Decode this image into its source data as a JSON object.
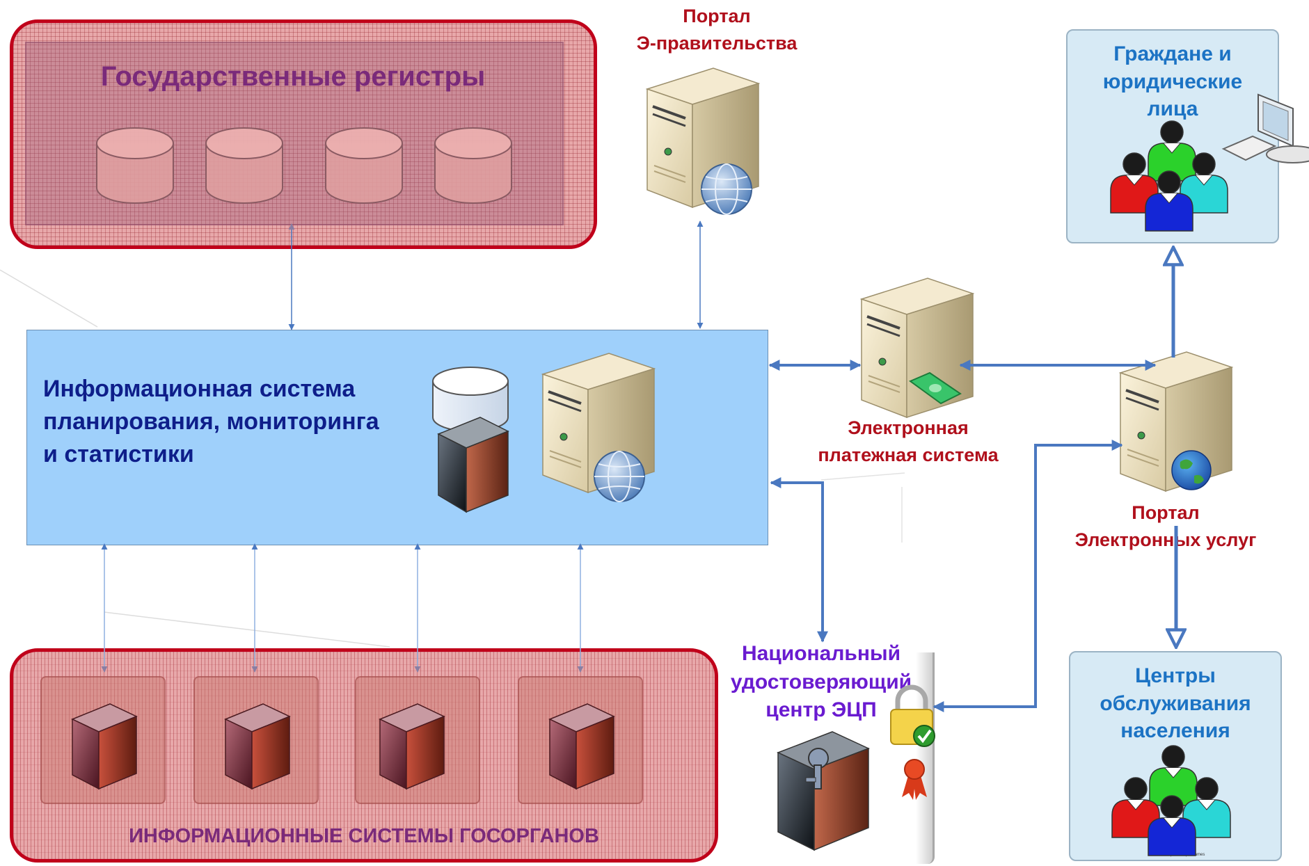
{
  "registers": {
    "title": "Государственные регистры",
    "database_icon_count": 4
  },
  "egov_portal": {
    "label_line1": "Портал",
    "label_line2": "Э-правительства"
  },
  "citizens": {
    "title_line1": "Граждане и",
    "title_line2": "юридические",
    "title_line3": "лица"
  },
  "info_system": {
    "title_line1": "Информационная система",
    "title_line2": "планирования, мониторинга",
    "title_line3": "и статистики"
  },
  "payment_system": {
    "label_line1": "Электронная",
    "label_line2": "платежная система"
  },
  "services_portal": {
    "label_line1": "Портал",
    "label_line2": "Электронных услуг"
  },
  "certification_center": {
    "label_line1": "Национальный",
    "label_line2": "удостоверяющий",
    "label_line3": "центр ЭЦП"
  },
  "service_centers": {
    "title_line1": "Центры",
    "title_line2": "обслуживания",
    "title_line3": "населения",
    "group_caption": "Group of unique names"
  },
  "gov_systems": {
    "title": "ИНФОРМАЦИОННЫЕ СИСТЕМЫ ГОСОРГАНОВ",
    "system_icon_count": 4
  },
  "colors": {
    "red_frame": "#c0001a",
    "info_system_fill": "#9fd0fb",
    "arrow_blue": "#4a78c0",
    "label_red": "#b0101c",
    "label_purple": "#6a1bd0",
    "title_blue": "#1c73c4"
  }
}
